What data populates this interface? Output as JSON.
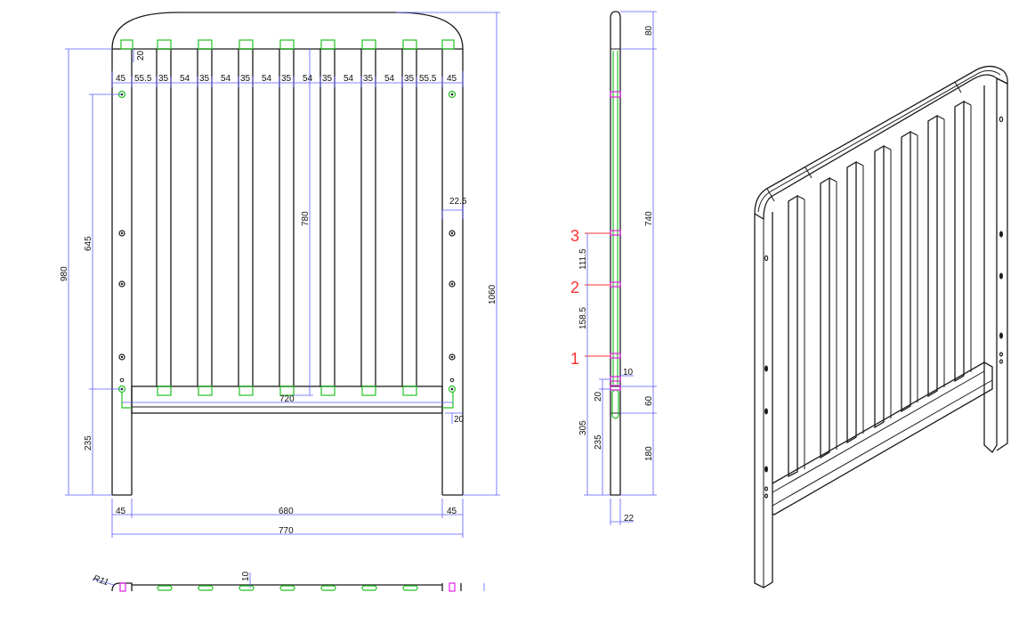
{
  "front_view": {
    "width_labels": [
      "45",
      "55.5",
      "35",
      "54",
      "35",
      "54",
      "35",
      "54",
      "35",
      "54",
      "35",
      "54",
      "35",
      "54",
      "35",
      "55.5",
      "45"
    ],
    "top_gap": "20",
    "slat_height": "780",
    "total_height": "1060",
    "upper_height": "980",
    "hole_span": "645",
    "leg_height": "235",
    "inner_width": "720",
    "rail_height": "20",
    "hole_offset": "22.5",
    "leg_width_left": "45",
    "between_legs": "680",
    "leg_width_right": "45",
    "overall_width": "770"
  },
  "side_view": {
    "top_height": "80",
    "slat_zone": "740",
    "rail": "60",
    "leg_base": "180",
    "lower_a": "305",
    "lower_b": "235",
    "gap": "20",
    "small": "10",
    "thickness": "22",
    "pos_3_to_2": "111.5",
    "pos_2_to_1": "158.5",
    "markers": [
      "3",
      "2",
      "1"
    ]
  },
  "plan_view": {
    "radius": "R11",
    "slot_label": "10"
  },
  "colors": {
    "outline": "#1a1a1a",
    "dimension": "#5a5cff",
    "slot": "#22c022",
    "dowel": "#e020e0",
    "marker": "#ff3030"
  }
}
